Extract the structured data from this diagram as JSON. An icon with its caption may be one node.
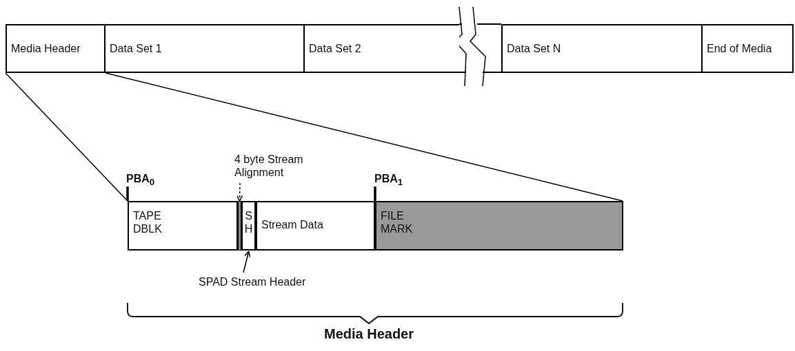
{
  "diagram": {
    "nodes": [
      {
        "text": [
          "Media Header"
        ]
      },
      {
        "text": [
          "Data Set 1"
        ]
      },
      {
        "text": [
          "Data Set 2"
        ]
      },
      {
        "text": [
          "Data Set N"
        ]
      },
      {
        "text": [
          "End of Media"
        ]
      },
      {
        "text": [
          "TAPE DBLK"
        ]
      },
      {
        "text": [],
        "shape": "bar"
      },
      {
        "text": [
          "S H"
        ]
      },
      {
        "text": [
          "Stream Data"
        ]
      },
      {
        "text": [
          "FILE MARK"
        ]
      },
      {
        "text": [
          "4 byte Stream Alignment"
        ]
      },
      {
        "text": [
          "SPAD Stream Header"
        ]
      }
    ],
    "edges": [
      {
        "from": 0,
        "to": 5,
        "arrow": "none"
      },
      {
        "from": 0,
        "to": 9,
        "arrow": "none"
      },
      {
        "from": 10,
        "to": 6,
        "arrow": "to",
        "style": "dashed"
      },
      {
        "from": 11,
        "to": 7,
        "arrow": "to"
      }
    ],
    "labels": [
      "PBA$_{0}$",
      "PBA$_{1}$",
      "Media Header"
    ]
  }
}
